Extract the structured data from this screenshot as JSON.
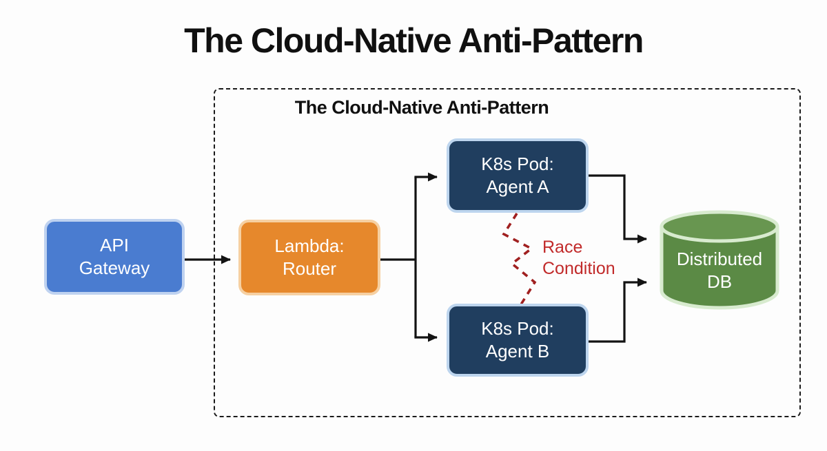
{
  "page": {
    "title": "The Cloud-Native Anti-Pattern"
  },
  "container": {
    "title": "The Cloud-Native Anti-Pattern"
  },
  "nodes": {
    "api_gateway": {
      "label": "API\nGateway",
      "fill": "#4a7cd0",
      "halo": "#bfd2f0"
    },
    "lambda_router": {
      "label": "Lambda:\nRouter",
      "fill": "#e6882c",
      "halo": "#f6d0a2"
    },
    "k8s_pod_agent_a": {
      "label": "K8s Pod:\nAgent A",
      "fill": "#203e5f",
      "halo": "#bdd5ee"
    },
    "k8s_pod_agent_b": {
      "label": "K8s Pod:\nAgent B",
      "fill": "#203e5f",
      "halo": "#bdd5ee"
    },
    "distributed_db": {
      "label": "Distributed\nDB",
      "fill": "#5b8a45",
      "halo": "#d8ebcf",
      "shape": "cylinder"
    }
  },
  "annotations": {
    "race_condition": {
      "label": "Race\nCondition",
      "text_color": "#c12a2a",
      "line_color": "#a02020",
      "line_style": "dashed-zigzag"
    }
  },
  "edges": [
    {
      "from": "api_gateway",
      "to": "lambda_router",
      "style": "solid-arrow"
    },
    {
      "from": "lambda_router",
      "to": "k8s_pod_agent_a",
      "style": "solid-arrow"
    },
    {
      "from": "lambda_router",
      "to": "k8s_pod_agent_b",
      "style": "solid-arrow"
    },
    {
      "from": "k8s_pod_agent_a",
      "to": "distributed_db",
      "style": "solid-arrow"
    },
    {
      "from": "k8s_pod_agent_b",
      "to": "distributed_db",
      "style": "solid-arrow"
    },
    {
      "from": "k8s_pod_agent_a",
      "to": "k8s_pod_agent_b",
      "style": "dashed-zigzag",
      "label": "Race Condition"
    }
  ],
  "colors": {
    "background": "#fdfdfd",
    "title_text": "#101010",
    "connector": "#131313",
    "dashed_border": "#1a1a1a"
  }
}
